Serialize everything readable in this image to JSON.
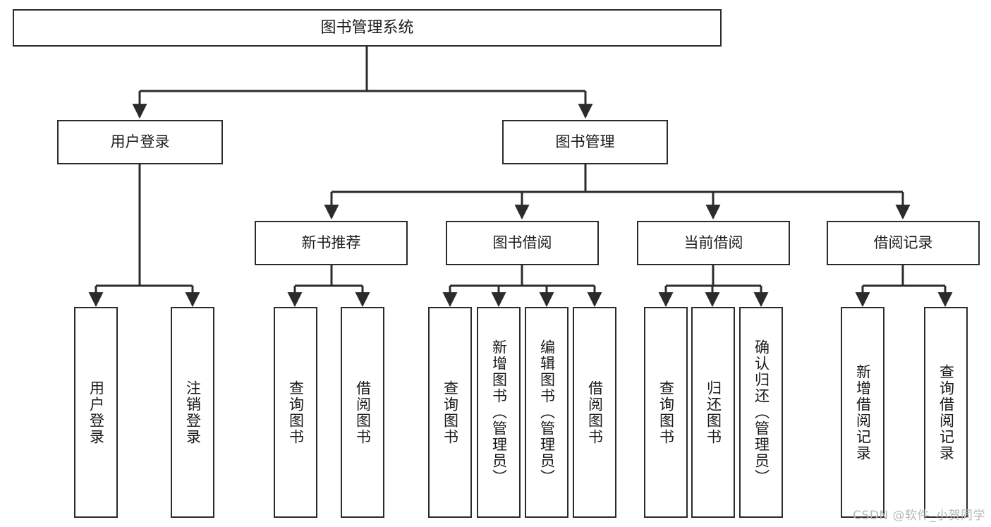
{
  "diagram": {
    "title": "图书管理系统",
    "watermark": "CSDN @软件_小贺同学",
    "stroke_color": "#2b2b2b",
    "background_color": "#ffffff",
    "text_color": "#1a1a1a",
    "watermark_color": "#b6b6b6",
    "type": "tree-hierarchy",
    "levels": 4,
    "nodes": {
      "root": {
        "label": "图书管理系统"
      },
      "level2": [
        {
          "id": "user-login",
          "label": "用户登录"
        },
        {
          "id": "book-manage",
          "label": "图书管理"
        }
      ],
      "level3": [
        {
          "id": "new-book-recommend",
          "label": "新书推荐"
        },
        {
          "id": "book-borrow",
          "label": "图书借阅"
        },
        {
          "id": "current-borrow",
          "label": "当前借阅"
        },
        {
          "id": "borrow-record",
          "label": "借阅记录"
        }
      ],
      "leaves": {
        "user-login": [
          {
            "id": "leaf-user-login",
            "label": "用户登录"
          },
          {
            "id": "leaf-user-logout",
            "label": "注销登录"
          }
        ],
        "new-book-recommend": [
          {
            "id": "leaf-query-book-1",
            "label": "查询图书"
          },
          {
            "id": "leaf-borrow-book-1",
            "label": "借阅图书"
          }
        ],
        "book-borrow": [
          {
            "id": "leaf-query-book-2",
            "label": "查询图书"
          },
          {
            "id": "leaf-add-book",
            "label": "新增图书（管理员）"
          },
          {
            "id": "leaf-edit-book",
            "label": "编辑图书（管理员）"
          },
          {
            "id": "leaf-borrow-book-2",
            "label": "借阅图书"
          }
        ],
        "current-borrow": [
          {
            "id": "leaf-query-book-3",
            "label": "查询图书"
          },
          {
            "id": "leaf-return-book",
            "label": "归还图书"
          },
          {
            "id": "leaf-confirm-return",
            "label": "确认归还（管理员）"
          }
        ],
        "borrow-record": [
          {
            "id": "leaf-add-record",
            "label": "新增借阅记录"
          },
          {
            "id": "leaf-query-record",
            "label": "查询借阅记录"
          }
        ]
      }
    }
  }
}
